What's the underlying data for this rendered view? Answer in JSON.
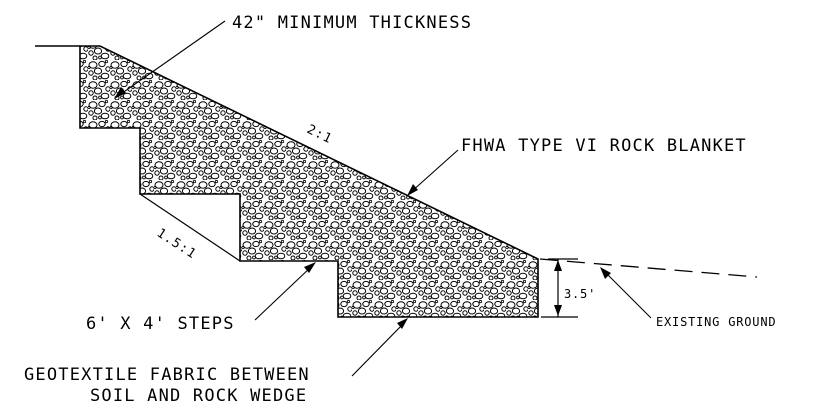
{
  "labels": {
    "min_thickness": "42\" MINIMUM THICKNESS",
    "rock_blanket": "FHWA TYPE VI ROCK BLANKET",
    "slope_top": "2:1",
    "slope_steps": "1.5:1",
    "steps": "6' X 4' STEPS",
    "geotextile_line1": "GEOTEXTILE FABRIC BETWEEN",
    "geotextile_line2": "SOIL AND ROCK WEDGE",
    "dimension": "3.5'",
    "existing_ground": "EXISTING GROUND"
  }
}
